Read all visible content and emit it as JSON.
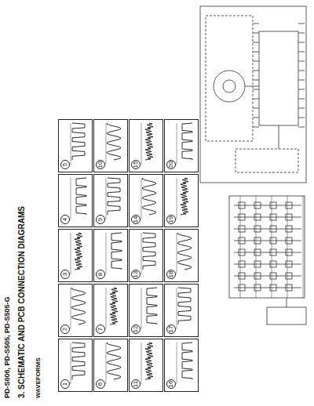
{
  "diagram": {
    "title": "3. SCHEMATIC AND PCB CONNECTION DIAGRAMS",
    "nodes": [
      {
        "text": [
          "1"
        ]
      },
      {
        "text": [
          "2"
        ]
      },
      {
        "text": [
          "3"
        ]
      },
      {
        "text": [
          "4"
        ]
      },
      {
        "text": [
          "5"
        ]
      },
      {
        "text": [
          "6"
        ]
      },
      {
        "text": [
          "7"
        ]
      },
      {
        "text": [
          "8"
        ]
      },
      {
        "text": [
          "9"
        ]
      },
      {
        "text": [
          "10"
        ]
      },
      {
        "text": [
          "11"
        ]
      },
      {
        "text": [
          "12"
        ]
      },
      {
        "text": [
          "13"
        ]
      },
      {
        "text": [
          "14"
        ]
      },
      {
        "text": [
          "15"
        ]
      },
      {
        "text": [
          "16"
        ]
      },
      {
        "text": [
          "17"
        ]
      },
      {
        "text": [
          "18"
        ]
      },
      {
        "text": [
          "19"
        ]
      },
      {
        "text": [
          "20"
        ]
      }
    ],
    "labels": [
      "PD-S606, PD-S505, PD-S505-G",
      "WAVEFORMS"
    ]
  }
}
